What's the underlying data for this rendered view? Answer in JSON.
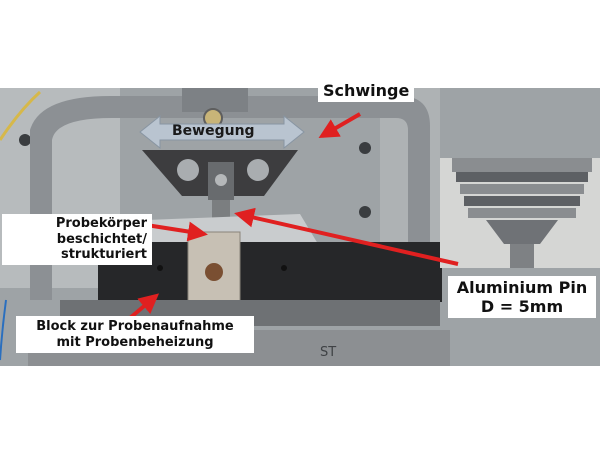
{
  "labels": {
    "schwinge": "Schwinge",
    "bewegung": "Bewegung",
    "probe_line1": "Probekörper",
    "probe_line2": "beschichtet/",
    "probe_line3": "strukturiert",
    "pin_line1": "Aluminium Pin",
    "pin_line2": "D = 5mm",
    "block_line1": "Block zur Probenaufnahme",
    "block_line2": "mit Probenbeheizung",
    "stamp": "ST"
  },
  "colors": {
    "arrow": "#e02020",
    "motion_arrow": "#b9c4d0",
    "label_bg": "#ffffff"
  }
}
